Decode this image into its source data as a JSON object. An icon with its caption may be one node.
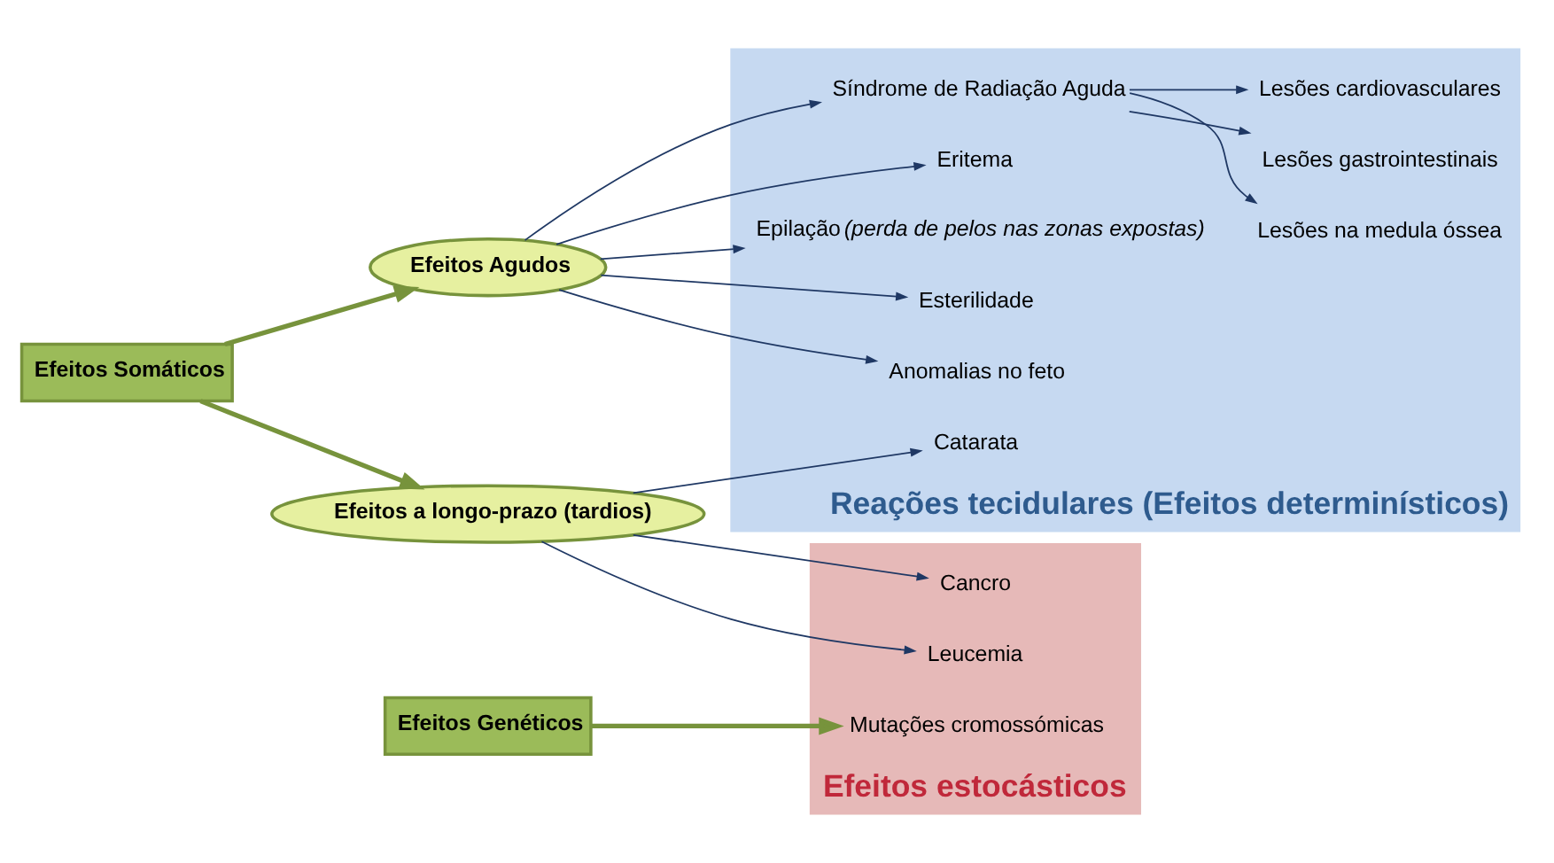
{
  "diagram": {
    "nodes": [
      {
        "text": [
          "Efeitos Somáticos"
        ]
      },
      {
        "text": [
          "Efeitos Agudos"
        ]
      },
      {
        "text": [
          "Efeitos a longo-prazo (tardios)"
        ]
      },
      {
        "text": [
          "Efeitos Genéticos"
        ]
      },
      {
        "text": [
          "Reações tecidulares (Efeitos determinísticos)"
        ]
      },
      {
        "text": [
          "Síndrome de Radiação Aguda"
        ],
        "in": 4
      },
      {
        "text": [
          "Lesões na medula óssea"
        ],
        "in": 4
      },
      {
        "text": [
          "Lesões gastrointestinais"
        ],
        "in": 4
      },
      {
        "text": [
          "Lesões cardiovasculares"
        ],
        "in": 4
      },
      {
        "text": [
          "Eritema"
        ],
        "in": 4
      },
      {
        "text": [
          "Epilação",
          "(perda de pelos nas zonas expostas)"
        ],
        "in": 4
      },
      {
        "text": [
          "Esterilidade"
        ],
        "in": 4
      },
      {
        "text": [
          "Anomalias no feto"
        ],
        "in": 4
      },
      {
        "text": [
          "Catarata"
        ],
        "in": 4
      },
      {
        "text": [
          "Efeitos estocásticos"
        ]
      },
      {
        "text": [
          "Cancro"
        ],
        "in": 14
      },
      {
        "text": [
          "Leucemia"
        ],
        "in": 14
      },
      {
        "text": [
          "Mutações cromossómicas"
        ],
        "in": 14
      }
    ],
    "edges": [
      {
        "from": 0,
        "to": 1,
        "arrow": "to",
        "style": "thick",
        "color": "#77933c"
      },
      {
        "from": 0,
        "to": 2,
        "arrow": "to",
        "style": "thick",
        "color": "#77933c"
      },
      {
        "from": 1,
        "to": 5,
        "arrow": "to"
      },
      {
        "from": 1,
        "to": 9,
        "arrow": "to"
      },
      {
        "from": 1,
        "to": 10,
        "arrow": "to"
      },
      {
        "from": 1,
        "to": 11,
        "arrow": "to"
      },
      {
        "from": 1,
        "to": 12,
        "arrow": "to"
      },
      {
        "from": 5,
        "to": 6,
        "arrow": "to"
      },
      {
        "from": 5,
        "to": 7,
        "arrow": "to"
      },
      {
        "from": 5,
        "to": 8,
        "arrow": "to"
      },
      {
        "from": 2,
        "to": 13,
        "arrow": "to"
      },
      {
        "from": 2,
        "to": 15,
        "arrow": "to"
      },
      {
        "from": 2,
        "to": 16,
        "arrow": "to"
      },
      {
        "from": 3,
        "to": 17,
        "arrow": "to",
        "style": "thick",
        "color": "#77933c"
      }
    ]
  }
}
